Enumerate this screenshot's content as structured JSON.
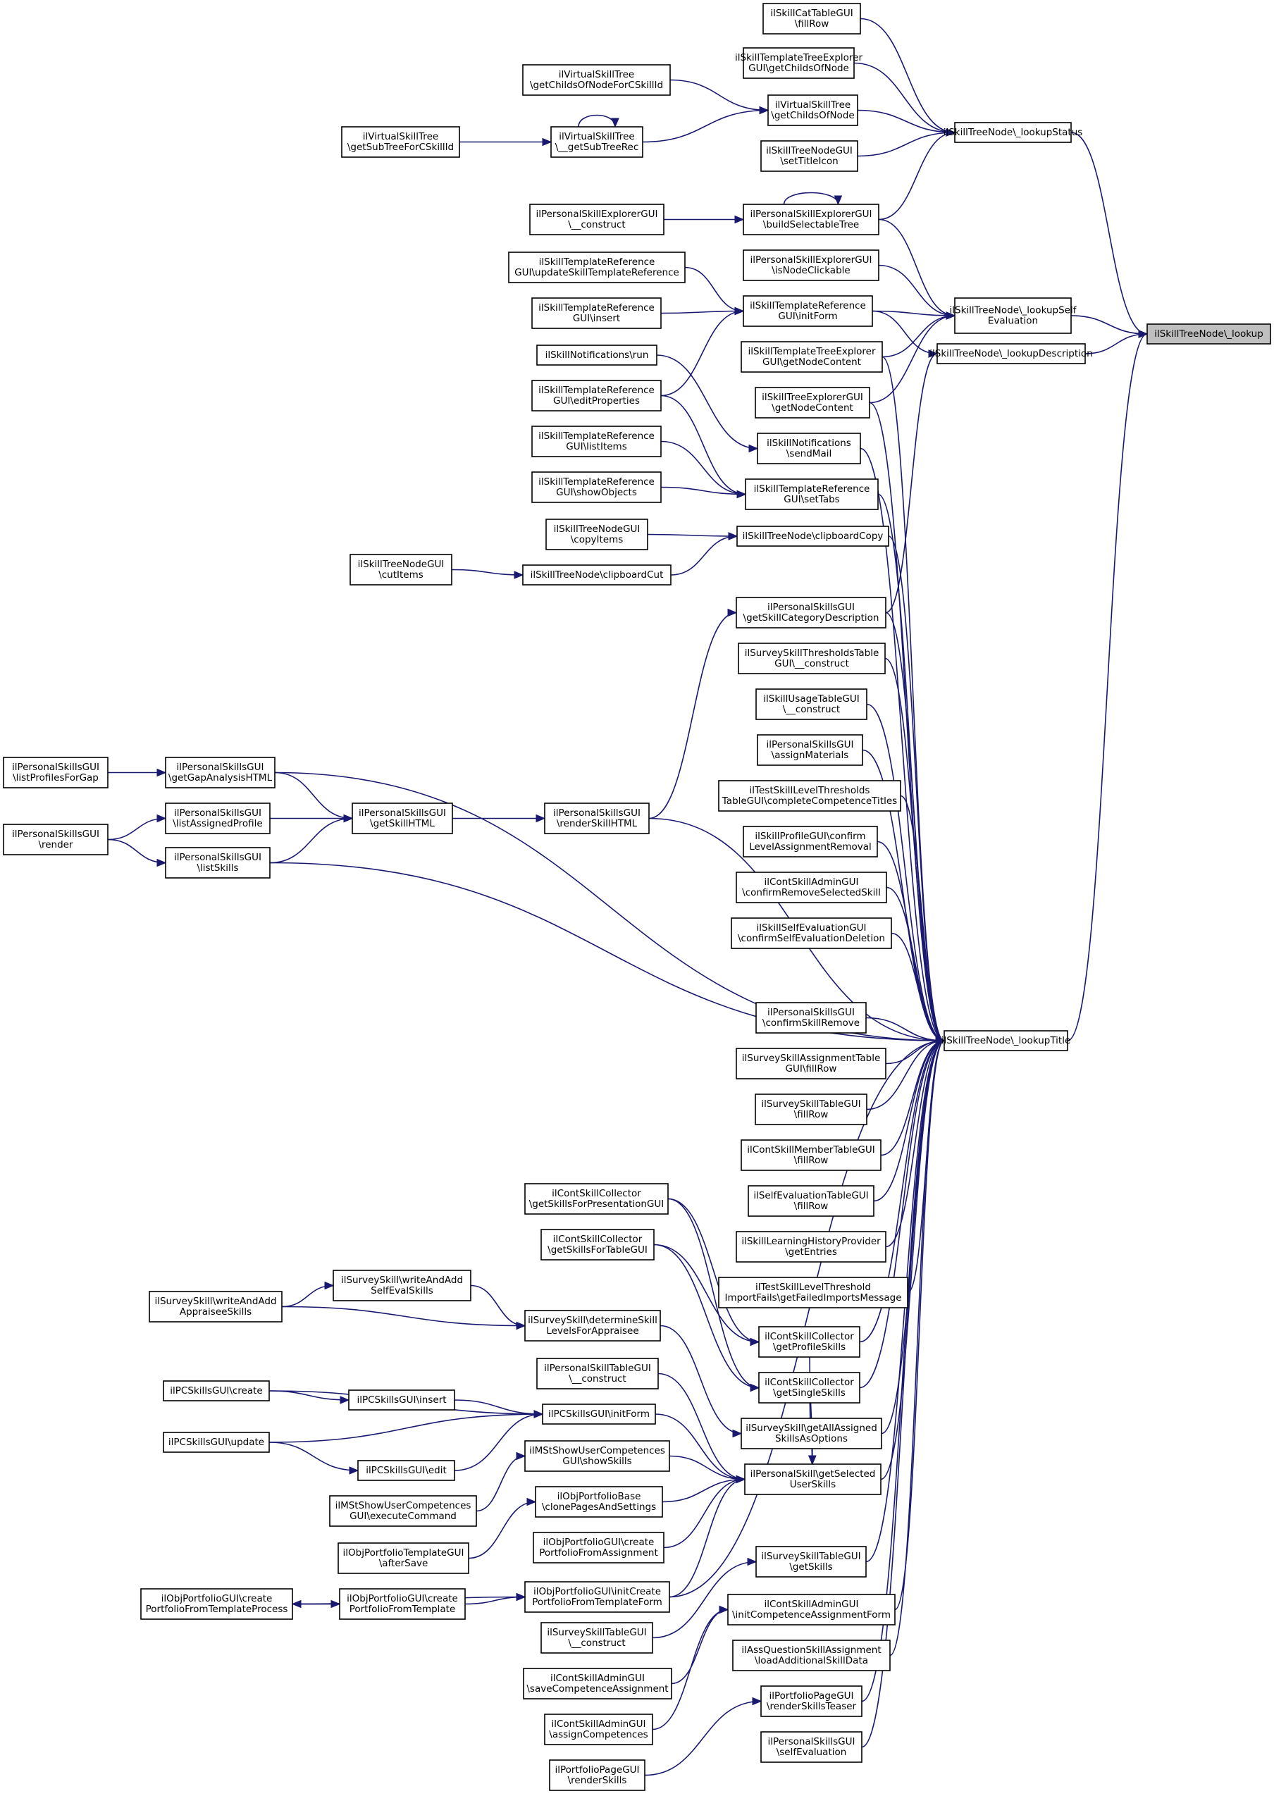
{
  "diagram": {
    "type": "call-graph",
    "root": "n_lookup",
    "nodes": [
      {
        "id": "n_lookup",
        "lines": [
          "ilSkillTreeNode\\_lookup"
        ],
        "focus": true
      },
      {
        "id": "n_lookupStatus",
        "lines": [
          "ilSkillTreeNode\\_lookupStatus"
        ]
      },
      {
        "id": "n_lookupSelfEval",
        "lines": [
          "ilSkillTreeNode\\_lookupSelf",
          "Evaluation"
        ]
      },
      {
        "id": "n_lookupDesc",
        "lines": [
          "ilSkillTreeNode\\_lookupDescription"
        ]
      },
      {
        "id": "n_lookupTitle",
        "lines": [
          "ilSkillTreeNode\\_lookupTitle"
        ]
      },
      {
        "id": "n_catTableFillRow",
        "lines": [
          "ilSkillCatTableGUI",
          "\\fillRow"
        ]
      },
      {
        "id": "n_tplExplGetChilds",
        "lines": [
          "ilSkillTemplateTreeExplorer",
          "GUI\\getChildsOfNode"
        ]
      },
      {
        "id": "n_vstGetChildsForC",
        "lines": [
          "ilVirtualSkillTree",
          "\\getChildsOfNodeForCSkillId"
        ]
      },
      {
        "id": "n_vstGetChilds",
        "lines": [
          "ilVirtualSkillTree",
          "\\getChildsOfNode"
        ]
      },
      {
        "id": "n_vstSubTreeForC",
        "lines": [
          "ilVirtualSkillTree",
          "\\getSubTreeForCSkillId"
        ]
      },
      {
        "id": "n_vstGetSubTreeRec",
        "lines": [
          "ilVirtualSkillTree",
          "\\__getSubTreeRec"
        ]
      },
      {
        "id": "n_nodeGuiSetTitleIcon",
        "lines": [
          "ilSkillTreeNodeGUI",
          "\\setTitleIcon"
        ]
      },
      {
        "id": "n_pseConstruct",
        "lines": [
          "ilPersonalSkillExplorerGUI",
          "\\__construct"
        ]
      },
      {
        "id": "n_pseBuildSel",
        "lines": [
          "ilPersonalSkillExplorerGUI",
          "\\buildSelectableTree"
        ]
      },
      {
        "id": "n_pseIsNodeClickable",
        "lines": [
          "ilPersonalSkillExplorerGUI",
          "\\isNodeClickable"
        ]
      },
      {
        "id": "n_strUpdateRef",
        "lines": [
          "ilSkillTemplateReference",
          "GUI\\updateSkillTemplateReference"
        ]
      },
      {
        "id": "n_strInitForm",
        "lines": [
          "ilSkillTemplateReference",
          "GUI\\initForm"
        ]
      },
      {
        "id": "n_strInsert",
        "lines": [
          "ilSkillTemplateReference",
          "GUI\\insert"
        ]
      },
      {
        "id": "n_tplExplGetContent",
        "lines": [
          "ilSkillTemplateTreeExplorer",
          "GUI\\getNodeContent"
        ]
      },
      {
        "id": "n_notifRun",
        "lines": [
          "ilSkillNotifications\\run"
        ]
      },
      {
        "id": "n_strEditProps",
        "lines": [
          "ilSkillTemplateReference",
          "GUI\\editProperties"
        ]
      },
      {
        "id": "n_treeExplGetContent",
        "lines": [
          "ilSkillTreeExplorerGUI",
          "\\getNodeContent"
        ]
      },
      {
        "id": "n_notifSendMail",
        "lines": [
          "ilSkillNotifications",
          "\\sendMail"
        ]
      },
      {
        "id": "n_strListItems",
        "lines": [
          "ilSkillTemplateReference",
          "GUI\\listItems"
        ]
      },
      {
        "id": "n_strShowObjects",
        "lines": [
          "ilSkillTemplateReference",
          "GUI\\showObjects"
        ]
      },
      {
        "id": "n_strSetTabs",
        "lines": [
          "ilSkillTemplateReference",
          "GUI\\setTabs"
        ]
      },
      {
        "id": "n_nodeGuiCopyItems",
        "lines": [
          "ilSkillTreeNodeGUI",
          "\\copyItems"
        ]
      },
      {
        "id": "n_clipCopy",
        "lines": [
          "ilSkillTreeNode\\clipboardCopy"
        ]
      },
      {
        "id": "n_nodeGuiCutItems",
        "lines": [
          "ilSkillTreeNodeGUI",
          "\\cutItems"
        ]
      },
      {
        "id": "n_clipCut",
        "lines": [
          "ilSkillTreeNode\\clipboardCut"
        ]
      },
      {
        "id": "n_psGetCatDesc",
        "lines": [
          "ilPersonalSkillsGUI",
          "\\getSkillCategoryDescription"
        ]
      },
      {
        "id": "n_survThreshConstruct",
        "lines": [
          "ilSurveySkillThresholdsTable",
          "GUI\\__construct"
        ]
      },
      {
        "id": "n_usageConstruct",
        "lines": [
          "ilSkillUsageTableGUI",
          "\\__construct"
        ]
      },
      {
        "id": "n_psAssignMaterials",
        "lines": [
          "ilPersonalSkillsGUI",
          "\\assignMaterials"
        ]
      },
      {
        "id": "n_testThreshComplete",
        "lines": [
          "ilTestSkillLevelThresholds",
          "TableGUI\\completeCompetenceTitles"
        ]
      },
      {
        "id": "n_profileConfirm",
        "lines": [
          "ilSkillProfileGUI\\confirm",
          "LevelAssignmentRemoval"
        ]
      },
      {
        "id": "n_contAdminConfirmRemove",
        "lines": [
          "ilContSkillAdminGUI",
          "\\confirmRemoveSelectedSkill"
        ]
      },
      {
        "id": "n_selfEvalConfirm",
        "lines": [
          "ilSkillSelfEvaluationGUI",
          "\\confirmSelfEvaluationDeletion"
        ]
      },
      {
        "id": "n_psListProfilesForGap",
        "lines": [
          "ilPersonalSkillsGUI",
          "\\listProfilesForGap"
        ]
      },
      {
        "id": "n_psGetGap",
        "lines": [
          "ilPersonalSkillsGUI",
          "\\getGapAnalysisHTML"
        ]
      },
      {
        "id": "n_psListAssignedProfile",
        "lines": [
          "ilPersonalSkillsGUI",
          "\\listAssignedProfile"
        ]
      },
      {
        "id": "n_psGetSkillHTML",
        "lines": [
          "ilPersonalSkillsGUI",
          "\\getSkillHTML"
        ]
      },
      {
        "id": "n_psRenderSkillHTML",
        "lines": [
          "ilPersonalSkillsGUI",
          "\\renderSkillHTML"
        ]
      },
      {
        "id": "n_psRender",
        "lines": [
          "ilPersonalSkillsGUI",
          "\\render"
        ]
      },
      {
        "id": "n_psListSkills",
        "lines": [
          "ilPersonalSkillsGUI",
          "\\listSkills"
        ]
      },
      {
        "id": "n_psConfirmSkillRemove",
        "lines": [
          "ilPersonalSkillsGUI",
          "\\confirmSkillRemove"
        ]
      },
      {
        "id": "n_survAssignFillRow",
        "lines": [
          "ilSurveySkillAssignmentTable",
          "GUI\\fillRow"
        ]
      },
      {
        "id": "n_survSkillTableFillRow",
        "lines": [
          "ilSurveySkillTableGUI",
          "\\fillRow"
        ]
      },
      {
        "id": "n_contMemberFillRow",
        "lines": [
          "ilContSkillMemberTableGUI",
          "\\fillRow"
        ]
      },
      {
        "id": "n_selfEvalTableFillRow",
        "lines": [
          "ilSelfEvaluationTableGUI",
          "\\fillRow"
        ]
      },
      {
        "id": "n_learningGetEntries",
        "lines": [
          "ilSkillLearningHistoryProvider",
          "\\getEntries"
        ]
      },
      {
        "id": "n_testImportFails",
        "lines": [
          "ilTestSkillLevelThreshold",
          "ImportFails\\getFailedImportsMessage"
        ]
      },
      {
        "id": "n_collPresentation",
        "lines": [
          "ilContSkillCollector",
          "\\getSkillsForPresentationGUI"
        ]
      },
      {
        "id": "n_collTable",
        "lines": [
          "ilContSkillCollector",
          "\\getSkillsForTableGUI"
        ]
      },
      {
        "id": "n_survWriteSelfEval",
        "lines": [
          "ilSurveySkill\\writeAndAdd",
          "SelfEvalSkills"
        ]
      },
      {
        "id": "n_survWriteAppraisee",
        "lines": [
          "ilSurveySkill\\writeAndAdd",
          "AppraiseeSkills"
        ]
      },
      {
        "id": "n_survDetermine",
        "lines": [
          "ilSurveySkill\\determineSkill",
          "LevelsForAppraisee"
        ]
      },
      {
        "id": "n_collProfileSkills",
        "lines": [
          "ilContSkillCollector",
          "\\getProfileSkills"
        ]
      },
      {
        "id": "n_collSingleSkills",
        "lines": [
          "ilContSkillCollector",
          "\\getSingleSkills"
        ]
      },
      {
        "id": "n_survGetAllAssigned",
        "lines": [
          "ilSurveySkill\\getAllAssigned",
          "SkillsAsOptions"
        ]
      },
      {
        "id": "n_pstConstruct",
        "lines": [
          "ilPersonalSkillTableGUI",
          "\\__construct"
        ]
      },
      {
        "id": "n_pcCreate",
        "lines": [
          "ilPCSkillsGUI\\create"
        ]
      },
      {
        "id": "n_pcInsert",
        "lines": [
          "ilPCSkillsGUI\\insert"
        ]
      },
      {
        "id": "n_pcInitForm",
        "lines": [
          "ilPCSkillsGUI\\initForm"
        ]
      },
      {
        "id": "n_pcUpdate",
        "lines": [
          "ilPCSkillsGUI\\update"
        ]
      },
      {
        "id": "n_pcEdit",
        "lines": [
          "ilPCSkillsGUI\\edit"
        ]
      },
      {
        "id": "n_msShowSkills",
        "lines": [
          "ilMStShowUserCompetences",
          "GUI\\showSkills"
        ]
      },
      {
        "id": "n_msExecute",
        "lines": [
          "ilMStShowUserCompetences",
          "GUI\\executeCommand"
        ]
      },
      {
        "id": "n_psGetSelected",
        "lines": [
          "ilPersonalSkill\\getSelected",
          "UserSkills"
        ]
      },
      {
        "id": "n_opbClone",
        "lines": [
          "ilObjPortfolioBase",
          "\\clonePagesAndSettings"
        ]
      },
      {
        "id": "n_optAfterSave",
        "lines": [
          "ilObjPortfolioTemplateGUI",
          "\\afterSave"
        ]
      },
      {
        "id": "n_opCreateFromAssign",
        "lines": [
          "ilObjPortfolioGUI\\create",
          "PortfolioFromAssignment"
        ]
      },
      {
        "id": "n_survSkillTableGetSkills",
        "lines": [
          "ilSurveySkillTableGUI",
          "\\getSkills"
        ]
      },
      {
        "id": "n_opCreateFromTplProcess",
        "lines": [
          "ilObjPortfolioGUI\\create",
          "PortfolioFromTemplateProcess"
        ]
      },
      {
        "id": "n_opCreateFromTpl",
        "lines": [
          "ilObjPortfolioGUI\\create",
          "PortfolioFromTemplate"
        ]
      },
      {
        "id": "n_opInitCreateForm",
        "lines": [
          "ilObjPortfolioGUI\\initCreate",
          "PortfolioFromTemplateForm"
        ]
      },
      {
        "id": "n_contAdminInitForm",
        "lines": [
          "ilContSkillAdminGUI",
          "\\initCompetenceAssignmentForm"
        ]
      },
      {
        "id": "n_survSkillTableConstruct",
        "lines": [
          "ilSurveySkillTableGUI",
          "\\__construct"
        ]
      },
      {
        "id": "n_assQLoad",
        "lines": [
          "ilAssQuestionSkillAssignment",
          "\\loadAdditionalSkillData"
        ]
      },
      {
        "id": "n_contAdminSave",
        "lines": [
          "ilContSkillAdminGUI",
          "\\saveCompetenceAssignment"
        ]
      },
      {
        "id": "n_ppRenderTeaser",
        "lines": [
          "ilPortfolioPageGUI",
          "\\renderSkillsTeaser"
        ]
      },
      {
        "id": "n_contAdminAssign",
        "lines": [
          "ilContSkillAdminGUI",
          "\\assignCompetences"
        ]
      },
      {
        "id": "n_psSelfEvaluation",
        "lines": [
          "ilPersonalSkillsGUI",
          "\\selfEvaluation"
        ]
      },
      {
        "id": "n_ppRenderSkills",
        "lines": [
          "ilPortfolioPageGUI",
          "\\renderSkills"
        ]
      }
    ]
  }
}
